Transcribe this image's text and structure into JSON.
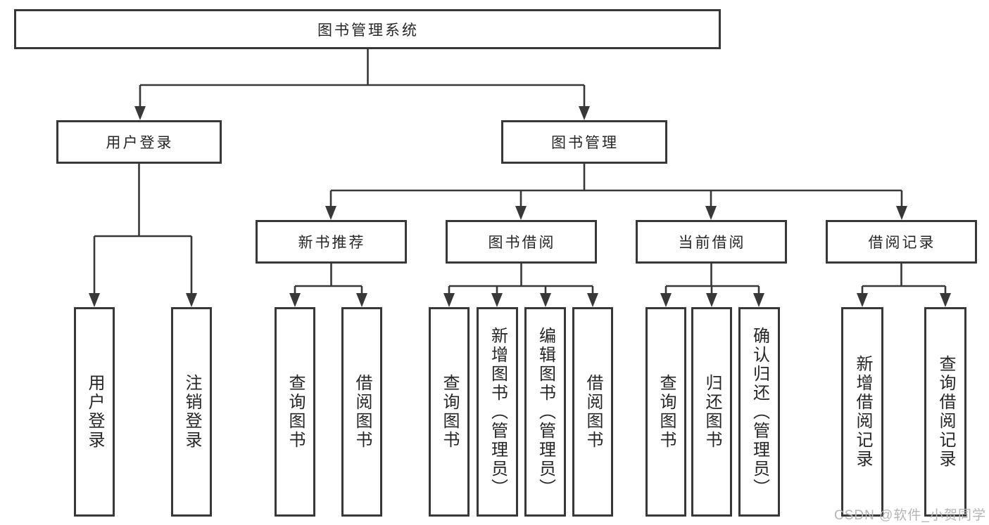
{
  "diagram": {
    "title": "图书管理系统",
    "branches": [
      {
        "label": "用户登录",
        "children": [
          {
            "label": "用户登录"
          },
          {
            "label": "注销登录"
          }
        ]
      },
      {
        "label": "图书管理",
        "children": [
          {
            "label": "新书推荐",
            "children": [
              {
                "label": "查询图书"
              },
              {
                "label": "借阅图书"
              }
            ]
          },
          {
            "label": "图书借阅",
            "children": [
              {
                "label": "查询图书"
              },
              {
                "label": "新增图书（管理员）"
              },
              {
                "label": "编辑图书（管理员）"
              },
              {
                "label": "借阅图书"
              }
            ]
          },
          {
            "label": "当前借阅",
            "children": [
              {
                "label": "查询图书"
              },
              {
                "label": "归还图书"
              },
              {
                "label": "确认归还（管理员）"
              }
            ]
          },
          {
            "label": "借阅记录",
            "children": [
              {
                "label": "新增借阅记录"
              },
              {
                "label": "查询借阅记录"
              }
            ]
          }
        ]
      }
    ]
  },
  "watermark": {
    "text": "CSDN @软件_小贺同学"
  },
  "colors": {
    "line": "#383838",
    "text": "#262626",
    "background": "#ffffff",
    "watermark": "#b5b5b5"
  }
}
